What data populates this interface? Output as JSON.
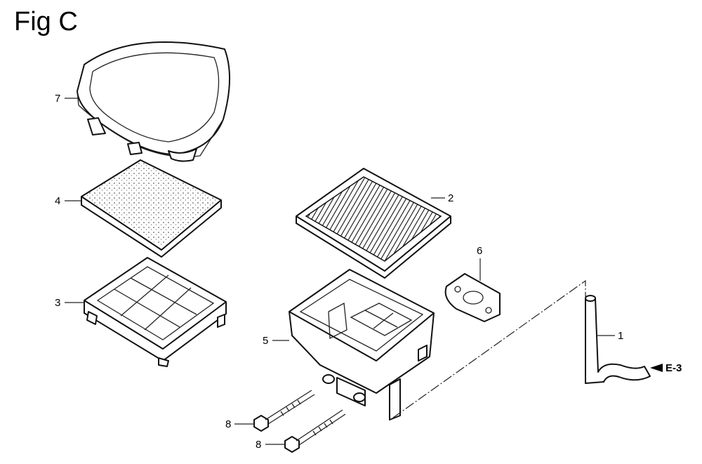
{
  "figure": {
    "title": "Fig C"
  },
  "callouts": [
    {
      "id": "c7",
      "label": "7"
    },
    {
      "id": "c4",
      "label": "4"
    },
    {
      "id": "c3",
      "label": "3"
    },
    {
      "id": "c2",
      "label": "2"
    },
    {
      "id": "c6",
      "label": "6"
    },
    {
      "id": "c5",
      "label": "5"
    },
    {
      "id": "c1",
      "label": "1"
    },
    {
      "id": "c8a",
      "label": "8"
    },
    {
      "id": "c8b",
      "label": "8"
    }
  ],
  "reference": {
    "label": "E-3"
  }
}
